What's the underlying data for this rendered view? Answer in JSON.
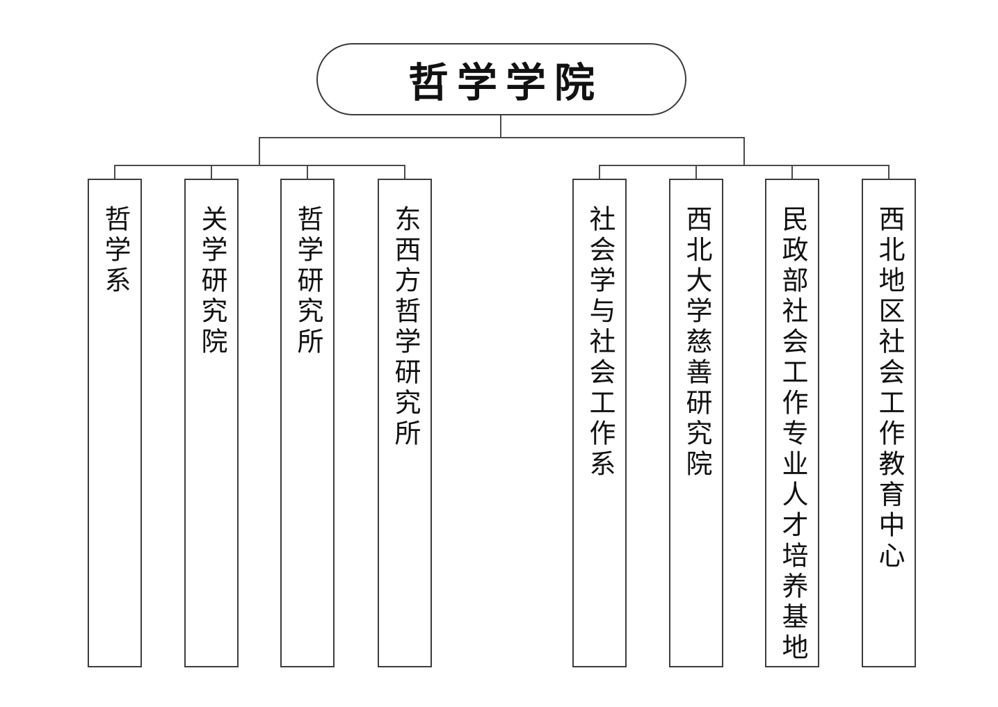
{
  "diagram": {
    "type": "org-chart",
    "root": {
      "label": "哲学学院"
    },
    "left_group": {
      "items": [
        {
          "label": "哲学系"
        },
        {
          "label": "关学研究院"
        },
        {
          "label": "哲学研究所"
        },
        {
          "label": "东西方哲学研究所"
        }
      ]
    },
    "right_group": {
      "items": [
        {
          "label": "社会学与社会工作系"
        },
        {
          "label": "西北大学慈善研究院"
        },
        {
          "label": "民政部社会工作专业人才培养基地"
        },
        {
          "label": "西北地区社会工作教育中心"
        }
      ]
    },
    "colors": {
      "background": "#ffffff",
      "line": "#4a4a4a",
      "box_border": "#3c3c3c",
      "text": "#111111"
    }
  }
}
